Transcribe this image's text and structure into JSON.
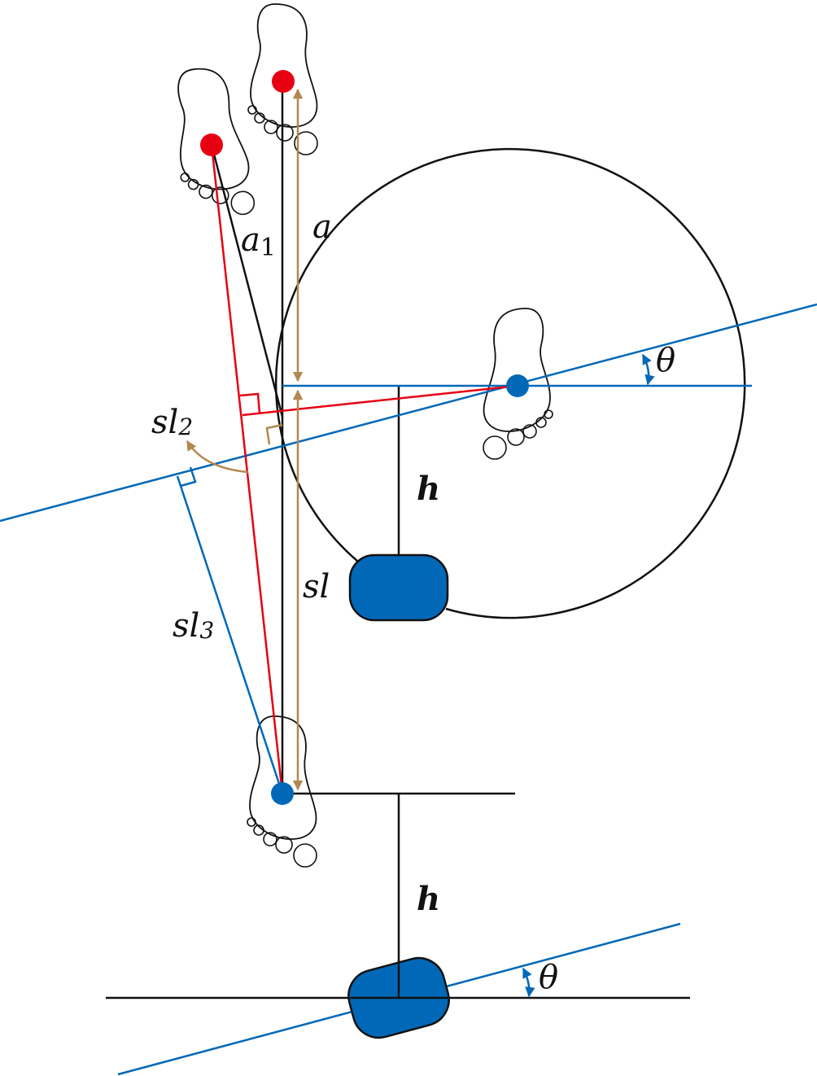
{
  "labels": {
    "a1": {
      "base": "a",
      "sub": "1"
    },
    "a": "a",
    "theta_top": "θ",
    "sl2": {
      "base": "sl",
      "sub": "2"
    },
    "h_top": "h",
    "sl": "sl",
    "sl3": {
      "base": "sl",
      "sub": "3"
    },
    "h_bottom": "h",
    "theta_bottom": "θ"
  },
  "colors": {
    "black": "#111111",
    "red": "#e60012",
    "blue": "#0068b7",
    "brown": "#b28850"
  }
}
